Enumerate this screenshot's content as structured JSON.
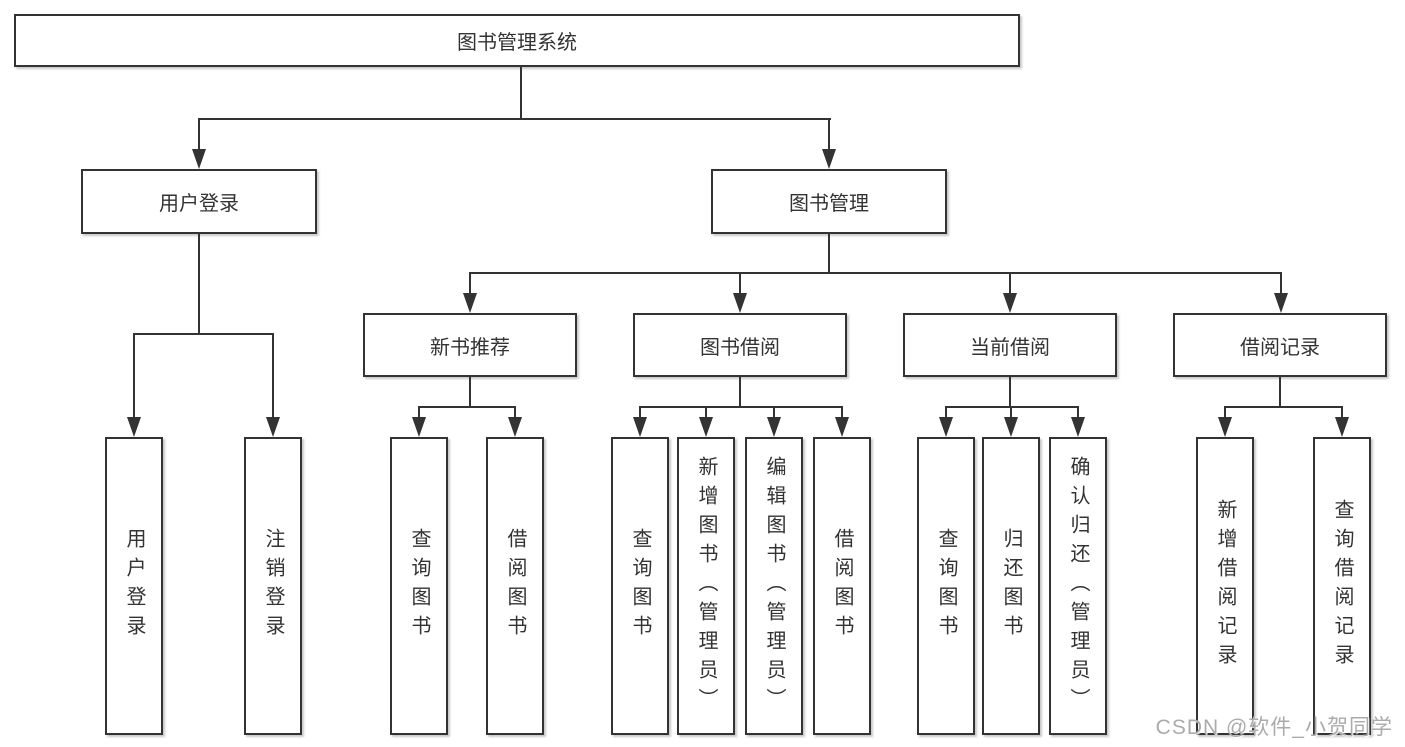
{
  "diagram": {
    "title_node": {
      "label": "图书管理系统"
    },
    "level2": {
      "user_login": {
        "label": "用户登录"
      },
      "book_management": {
        "label": "图书管理"
      }
    },
    "level3": {
      "new_book_recommend": {
        "label": "新书推荐"
      },
      "book_borrow": {
        "label": "图书借阅"
      },
      "current_borrow": {
        "label": "当前借阅"
      },
      "borrow_records": {
        "label": "借阅记录"
      }
    },
    "leaves": {
      "login_user_login": {
        "label": "用户登录"
      },
      "login_logout": {
        "label": "注销登录"
      },
      "recommend_query_books": {
        "label": "查询图书"
      },
      "recommend_borrow_books": {
        "label": "借阅图书"
      },
      "borrow_query_books": {
        "label": "查询图书"
      },
      "borrow_add_books_admin": {
        "label": "新增图书（管理员）"
      },
      "borrow_edit_books_admin": {
        "label": "编辑图书（管理员）"
      },
      "borrow_borrow_books": {
        "label": "借阅图书"
      },
      "current_query_books": {
        "label": "查询图书"
      },
      "current_return_books": {
        "label": "归还图书"
      },
      "current_confirm_return_admin": {
        "label": "确认归还（管理员）"
      },
      "records_add_record": {
        "label": "新增借阅记录"
      },
      "records_query_record": {
        "label": "查询借阅记录"
      }
    },
    "colors": {
      "line": "#333333",
      "box_background": "#ffffff",
      "text": "#333333",
      "watermark": "#ababab"
    }
  },
  "watermark": {
    "text": "CSDN @软件_小贺同学"
  }
}
